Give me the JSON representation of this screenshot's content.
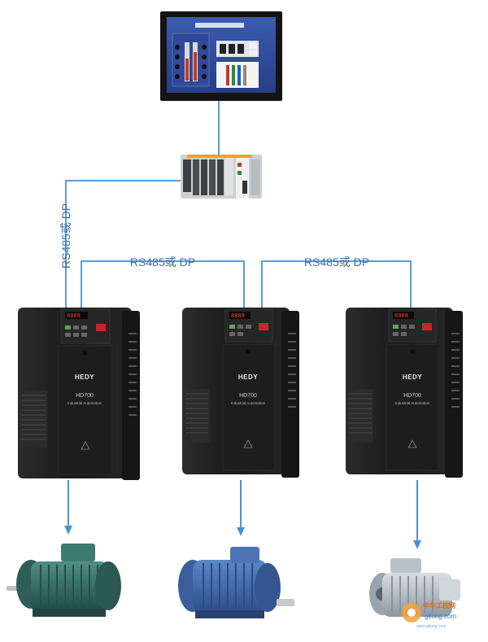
{
  "diagram": {
    "links": {
      "label_vertical": "RS485或 DP",
      "label_a": "RS485或 DP",
      "label_b": "RS485或 DP"
    },
    "drives": [
      {
        "brand": "HEDY",
        "model": "HD700",
        "subtitle": "Industrial Automation"
      },
      {
        "brand": "HEDY",
        "model": "HD700",
        "subtitle": "Industrial Automation"
      },
      {
        "brand": "HEDY",
        "model": "HD700",
        "subtitle": "Industrial Automation"
      }
    ],
    "watermark": {
      "text_cn": "中华工控网",
      "url": "gkong.com",
      "small": "www.gkong.com"
    },
    "colors": {
      "line": "#5b9bd5",
      "arrow": "#4e8fd6",
      "drive_body": "#1f1f1f",
      "hmi_screen": "#2a3f8a"
    }
  }
}
